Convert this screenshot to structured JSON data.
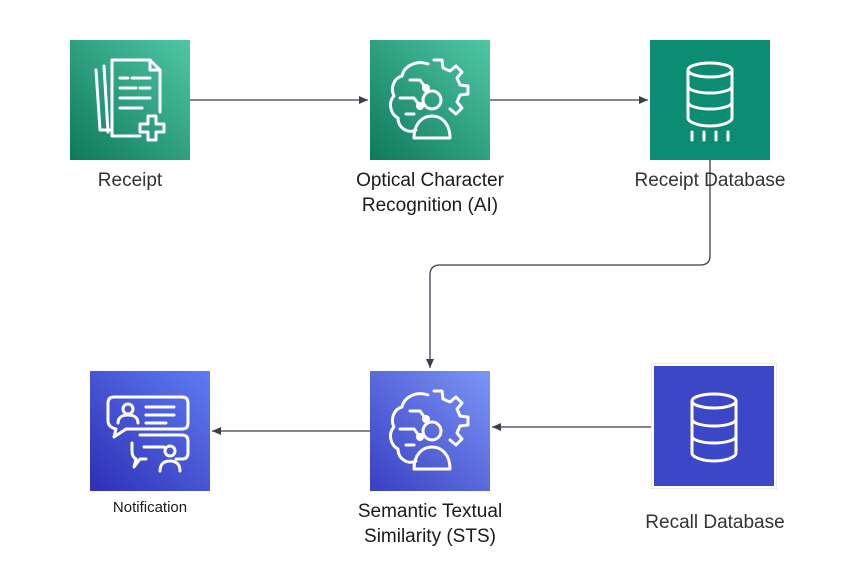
{
  "diagram": {
    "nodes": {
      "receipt": {
        "label": "Receipt",
        "icon": "document-add-icon",
        "color": "#1a8b6a"
      },
      "ocr": {
        "label_line1": "Optical Character",
        "label_line2": "Recognition (AI)",
        "icon": "brain-gear-person-icon",
        "color": "#1a8b6a"
      },
      "receipt_db": {
        "label": "Receipt Database",
        "icon": "database-icon",
        "color": "#0c8c72"
      },
      "sts": {
        "label_line1": "Semantic Textual",
        "label_line2": "Similarity (STS)",
        "icon": "brain-gear-person-icon",
        "color": "#4a63e0"
      },
      "recall_db": {
        "label": "Recall Database",
        "icon": "database-icon",
        "color": "#3b47c7"
      },
      "notification": {
        "label": "Notification",
        "icon": "chat-users-icon",
        "color": "#4a5ce6"
      }
    },
    "edges": [
      {
        "from": "Receipt",
        "to": "Optical Character Recognition (AI)"
      },
      {
        "from": "Optical Character Recognition (AI)",
        "to": "Receipt Database"
      },
      {
        "from": "Receipt Database",
        "to": "Semantic Textual Similarity (STS)"
      },
      {
        "from": "Recall Database",
        "to": "Semantic Textual Similarity (STS)"
      },
      {
        "from": "Semantic Textual Similarity (STS)",
        "to": "Notification"
      }
    ]
  }
}
